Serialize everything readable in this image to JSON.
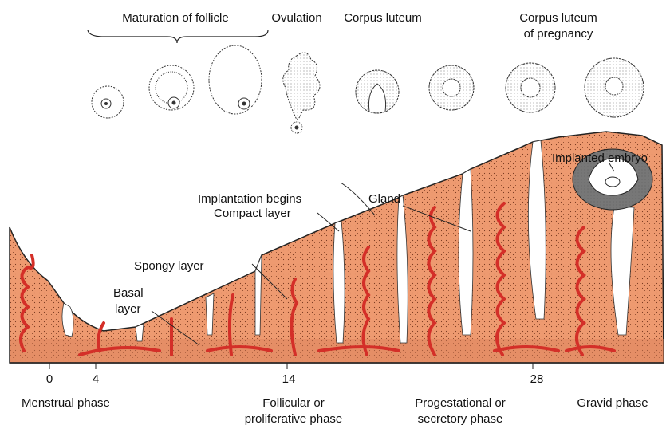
{
  "top_labels": {
    "maturation": "Maturation of follicle",
    "ovulation": "Ovulation",
    "corpus_luteum": "Corpus luteum",
    "cl_pregnancy_1": "Corpus luteum",
    "cl_pregnancy_2": "of pregnancy"
  },
  "layer_labels": {
    "implanted_embryo": "Implanted embryo",
    "implantation_begins": "Implantation begins",
    "gland": "Gland",
    "compact_layer": "Compact layer",
    "spongy_layer": "Spongy layer",
    "basal_1": "Basal",
    "basal_2": "layer"
  },
  "day_ticks": [
    "0",
    "4",
    "14",
    "28"
  ],
  "phases": {
    "menstrual": "Menstrual phase",
    "follicular_1": "Follicular or",
    "follicular_2": "proliferative phase",
    "progestational_1": "Progestational or",
    "progestational_2": "secretory phase",
    "gravid": "Gravid phase"
  },
  "colors": {
    "tissue": "#ee9a70",
    "basal": "#e48a62",
    "artery": "#d42f28"
  }
}
